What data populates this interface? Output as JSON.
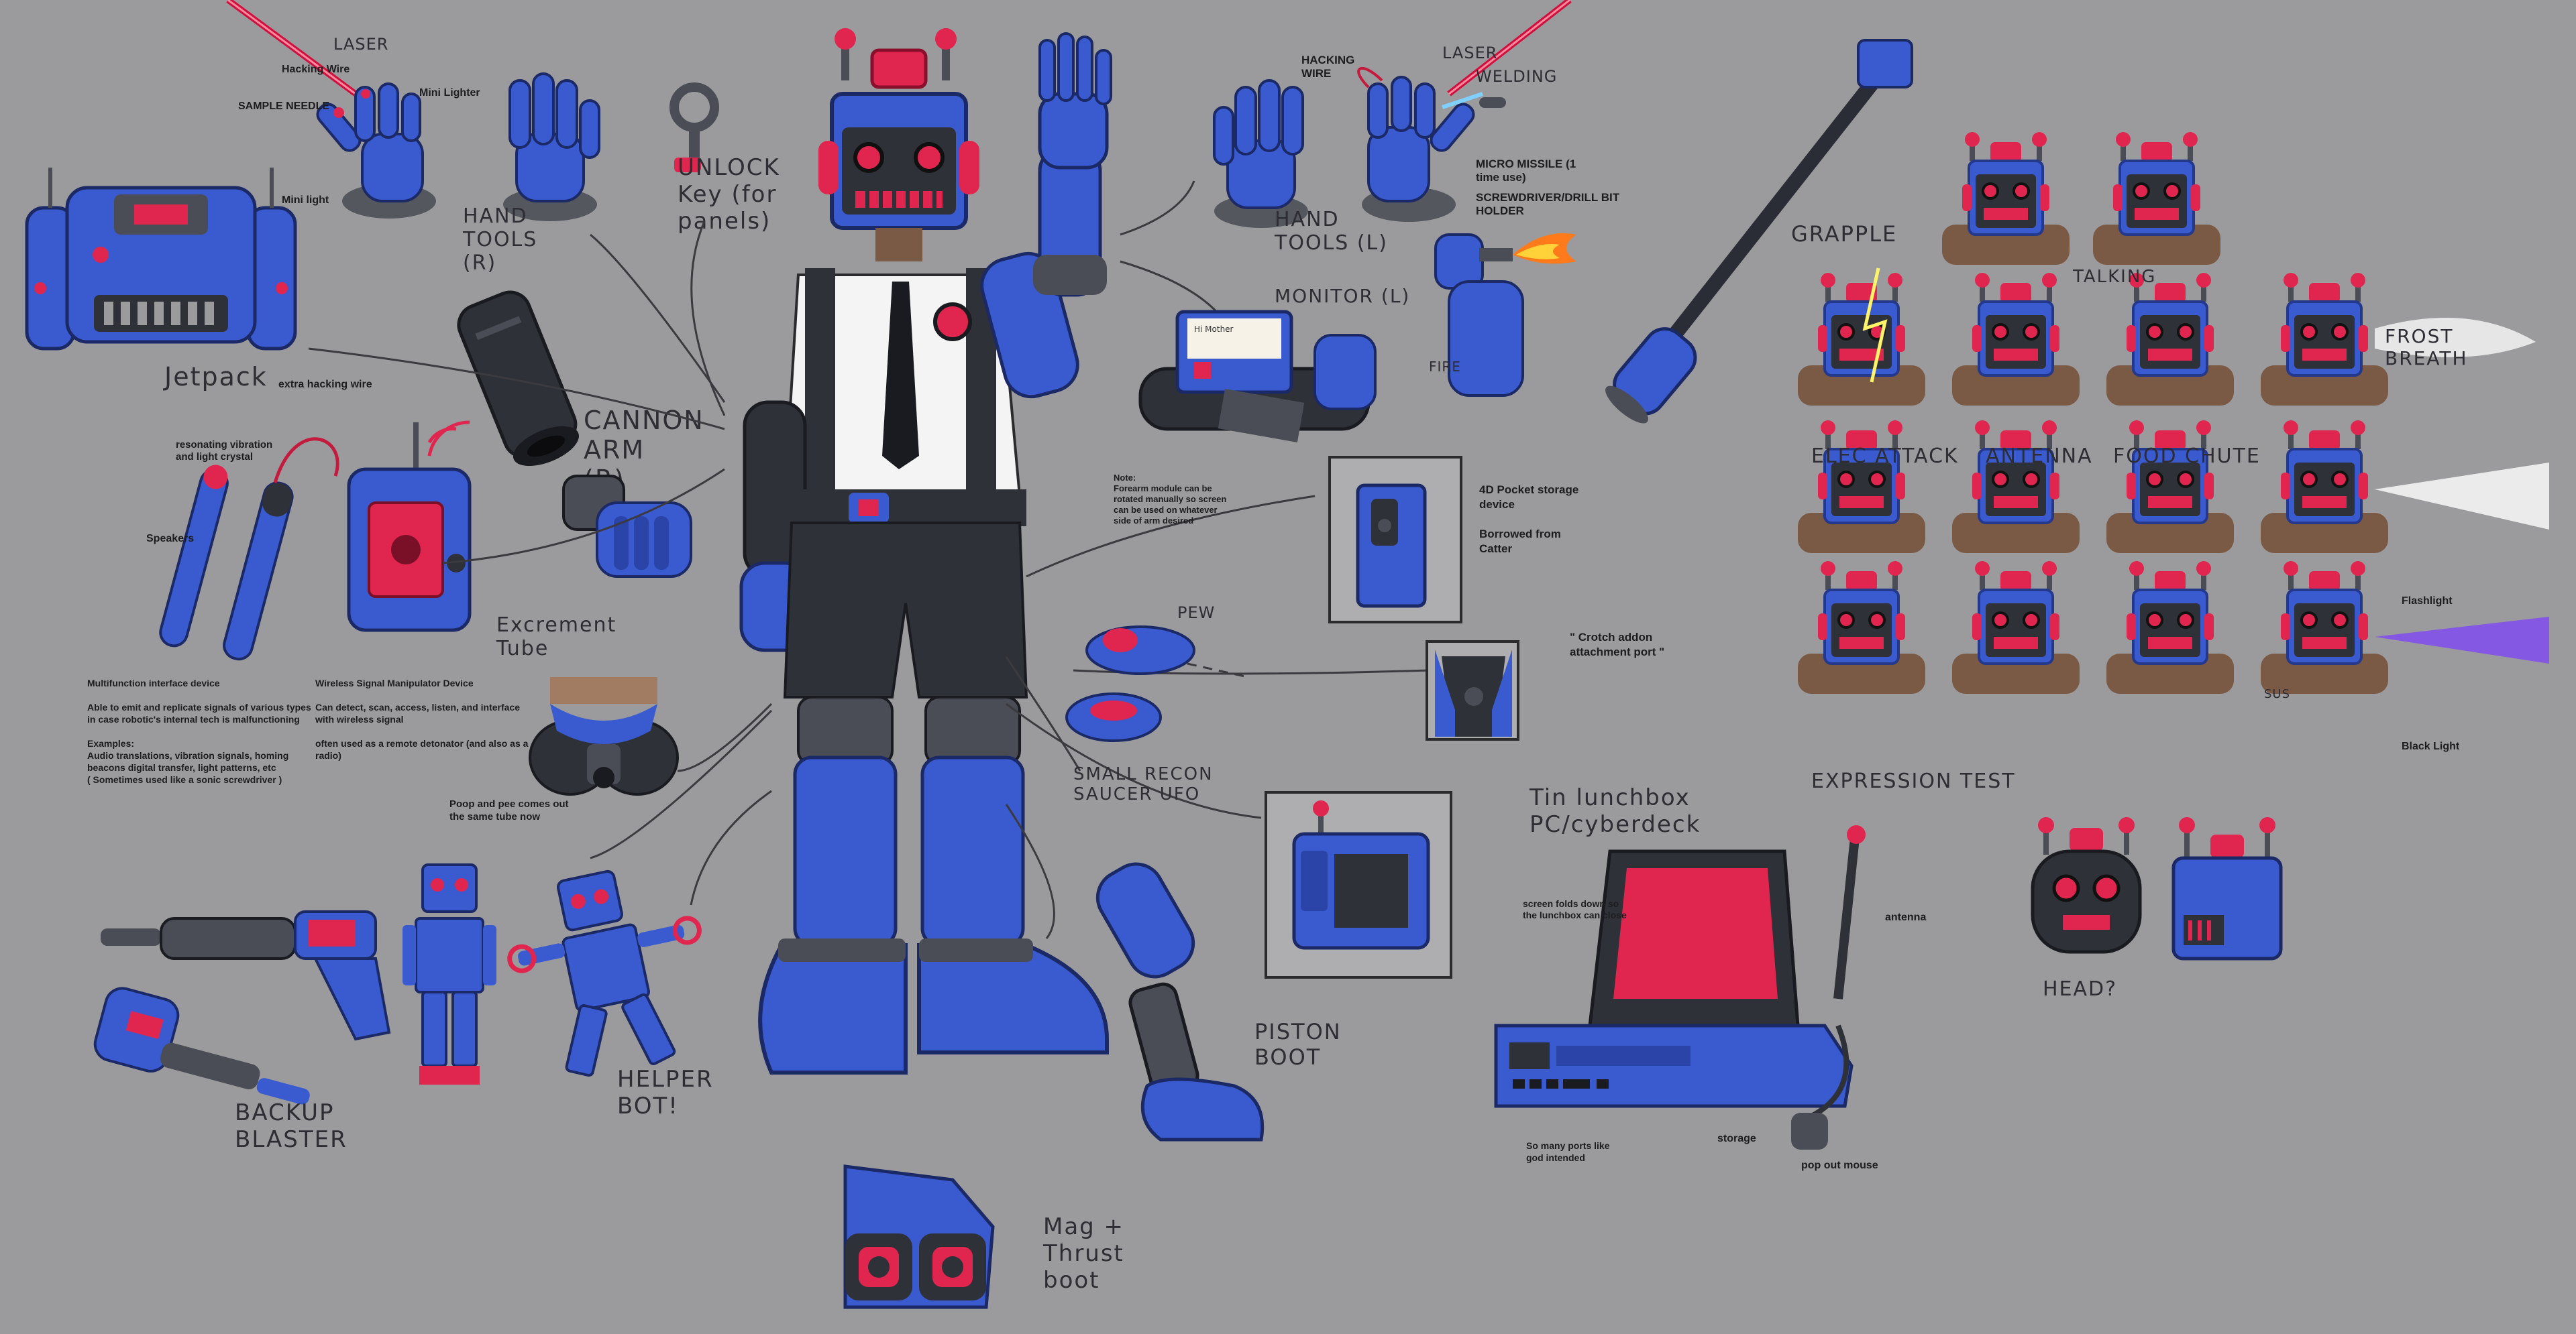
{
  "labels": {
    "laser_left": "LASER",
    "hacking_right_left": "Hacking Wire",
    "sample_needle": "SAMPLE NEEDLE",
    "mini_light": "Mini light",
    "mini_lighter": "Mini Lighter",
    "hand_tools_r": "HAND TOOLS (R)",
    "unlock_key": "UNLOCK Key (for panels)",
    "jetpack": "Jetpack",
    "cannon_arm": "CANNON ARM (R)",
    "excrement_tube": "Excrement Tube",
    "hacking_wire_r": "HACKING WIRE",
    "laser_right": "LASER",
    "welding": "WELDING",
    "micro_missile": "MICRO MISSILE (1 time use)",
    "screwdriver": "SCREWDRIVER/DRILL BIT HOLDER",
    "hand_tools_l": "HAND TOOLS (L)",
    "monitor_l": "MONITOR (L)",
    "fire": "FIRE",
    "grapple": "GRAPPLE",
    "pew": "PEW",
    "small_recon_ufo": "SMALL RECON SAUCER UFO",
    "piston_boot": "PISTON BOOT",
    "mag_thrust_boot": "Mag + Thrust boot",
    "backup_blaster": "BACKUP BLASTER",
    "helper_bot": "HELPER BOT!",
    "tin_lunchbox": "Tin lunchbox PC/cyberdeck",
    "head_q": "HEAD?",
    "talking": "TALKING",
    "elec_attack": "ELEC ATTACK",
    "antenna_expr": "ANTENNA",
    "food_chute": "FOOD CHUTE",
    "frost_breath": "FROST BREATH",
    "flashlight": "Flashlight",
    "black_light": "Black Light",
    "sus": "SUS",
    "expression_test": "EXPRESSION TEST",
    "extra_hacking_wire": "extra hacking wire",
    "resonating_crystal": "resonating vibration and light crystal",
    "speakers": "Speakers",
    "multifunction": "Multifunction interface device\n\nAble to emit and replicate signals of various types in case robotic's internal tech is malfunctioning\n\nExamples:\nAudio translations, vibration signals, homing beacons digital transfer, light patterns, etc\n( Sometimes used like a sonic screwdriver )",
    "wireless": "Wireless Signal Manipulator Device\n\nCan detect, scan, access, listen, and interface with wireless signal\n\noften used as a remote detonator (and also as a radio)",
    "poop_pee": "Poop and pee comes out the same tube now",
    "forearm_note": "Note:\nForearm module can be rotated manually so screen can be used on whatever side of arm desired",
    "pocket_4d": "4D Pocket storage device\n\nBorrowed from Catter",
    "crotch_addon": "\" Crotch addon attachment port \"",
    "screen_folds": "screen folds down so the lunchbox can close",
    "antenna_pc": "antenna",
    "many_ports": "So many ports like god intended",
    "storage": "storage",
    "pop_out_mouse": "pop out mouse",
    "monitor_screen": "Hi Mother"
  },
  "colors": {
    "background": "#9b9b9d",
    "robot_blue": "#3a5bd0",
    "robot_blue_dark": "#24388c",
    "metal_gray": "#4a4d55",
    "accent_red": "#e0264e",
    "ink": "#2b2b2e",
    "frost": "#f3f3f3",
    "flashlight": "#ffffff",
    "black_light": "#7a3cff",
    "laser": "#d0103c"
  }
}
